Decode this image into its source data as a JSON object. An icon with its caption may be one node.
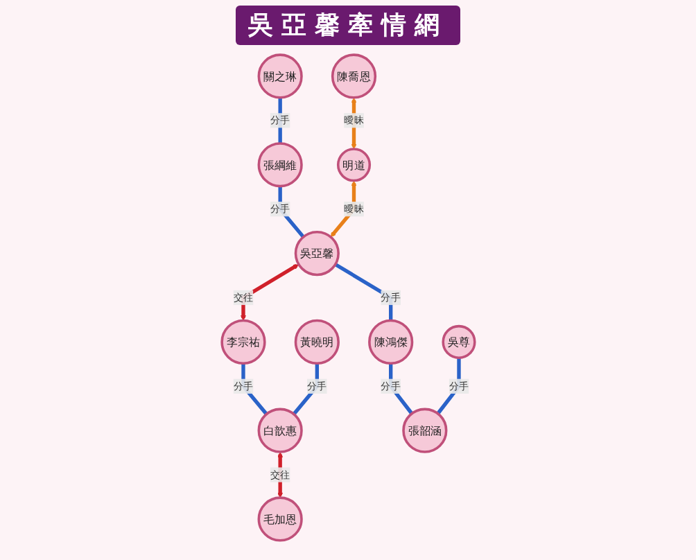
{
  "diagram": {
    "title": "吳亞馨牽情網",
    "nodes": [
      {
        "text": [
          "張綱維"
        ]
      },
      {
        "text": [
          "吳亞馨"
        ]
      },
      {
        "text": [
          "李宗祐"
        ]
      },
      {
        "text": [
          "黃曉明"
        ]
      },
      {
        "text": [
          "關之琳"
        ]
      },
      {
        "text": [
          "明道"
        ]
      },
      {
        "text": [
          "陳鴻傑"
        ]
      },
      {
        "text": [
          "白歆惠"
        ]
      },
      {
        "text": [
          "陳喬恩"
        ]
      },
      {
        "text": [
          "吳尊"
        ]
      },
      {
        "text": [
          "張韶涵"
        ]
      },
      {
        "text": [
          "毛加恩"
        ]
      }
    ],
    "edges": [
      {
        "from": 0,
        "to": 1,
        "arrow": "none",
        "label": "分手"
      },
      {
        "from": 1,
        "to": 2,
        "arrow": "both",
        "label": "交往",
        "color": "#d0202a"
      },
      {
        "from": 4,
        "to": 0,
        "arrow": "none",
        "label": "分手"
      },
      {
        "from": 5,
        "to": 1,
        "arrow": "both",
        "label": "曖昧",
        "color": "#e8801a"
      },
      {
        "from": 1,
        "to": 6,
        "arrow": "none",
        "label": "分手"
      },
      {
        "from": 2,
        "to": 7,
        "arrow": "none",
        "label": "分手"
      },
      {
        "from": 3,
        "to": 7,
        "arrow": "none",
        "label": "分手"
      },
      {
        "from": 8,
        "to": 5,
        "arrow": "both",
        "label": "曖昧",
        "color": "#e8801a"
      },
      {
        "from": 6,
        "to": 10,
        "arrow": "none",
        "label": "分手"
      },
      {
        "from": 9,
        "to": 10,
        "arrow": "none",
        "label": "分手"
      },
      {
        "from": 7,
        "to": 11,
        "arrow": "both",
        "label": "交往",
        "color": "#d0202a"
      }
    ]
  }
}
